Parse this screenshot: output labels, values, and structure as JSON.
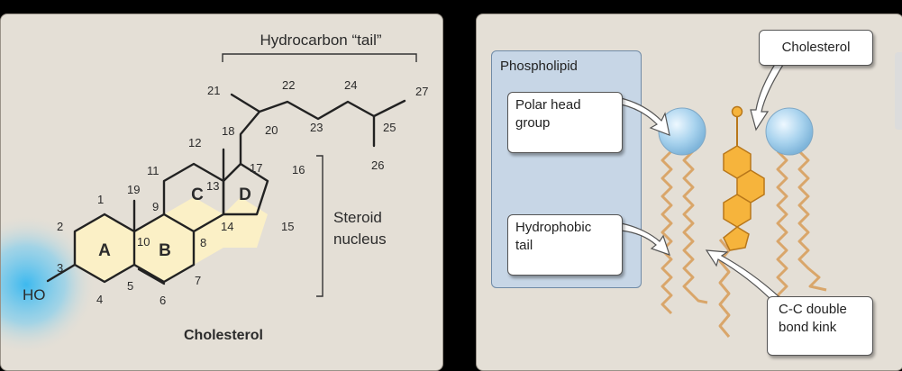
{
  "left": {
    "tail_label": "Hydrocarbon “tail”",
    "nucleus_label": [
      "Steroid",
      "nucleus"
    ],
    "title": "Cholesterol",
    "ho": "HO",
    "rings": [
      "A",
      "B",
      "C",
      "D"
    ],
    "numbers": [
      "1",
      "2",
      "3",
      "4",
      "5",
      "6",
      "7",
      "8",
      "9",
      "10",
      "11",
      "12",
      "13",
      "14",
      "15",
      "16",
      "17",
      "18",
      "19",
      "20",
      "21",
      "22",
      "23",
      "24",
      "25",
      "26",
      "27"
    ]
  },
  "right": {
    "phospholipid": "Phospholipid",
    "polar_head": [
      "Polar head",
      "group"
    ],
    "hydrophobic": [
      "Hydrophobic",
      "tail"
    ],
    "cholesterol": "Cholesterol",
    "kink": [
      "C-C double",
      "bond kink"
    ]
  },
  "colors": {
    "panel": "#e4dfd6",
    "ring_fill": "#fbf0c6",
    "ho_glow": "#34b7f0",
    "phospholipid_box": "#c7d6e6",
    "head": "#a9d3ee",
    "tail": "#d9a66a",
    "cholesterol": "#f6b43c"
  }
}
